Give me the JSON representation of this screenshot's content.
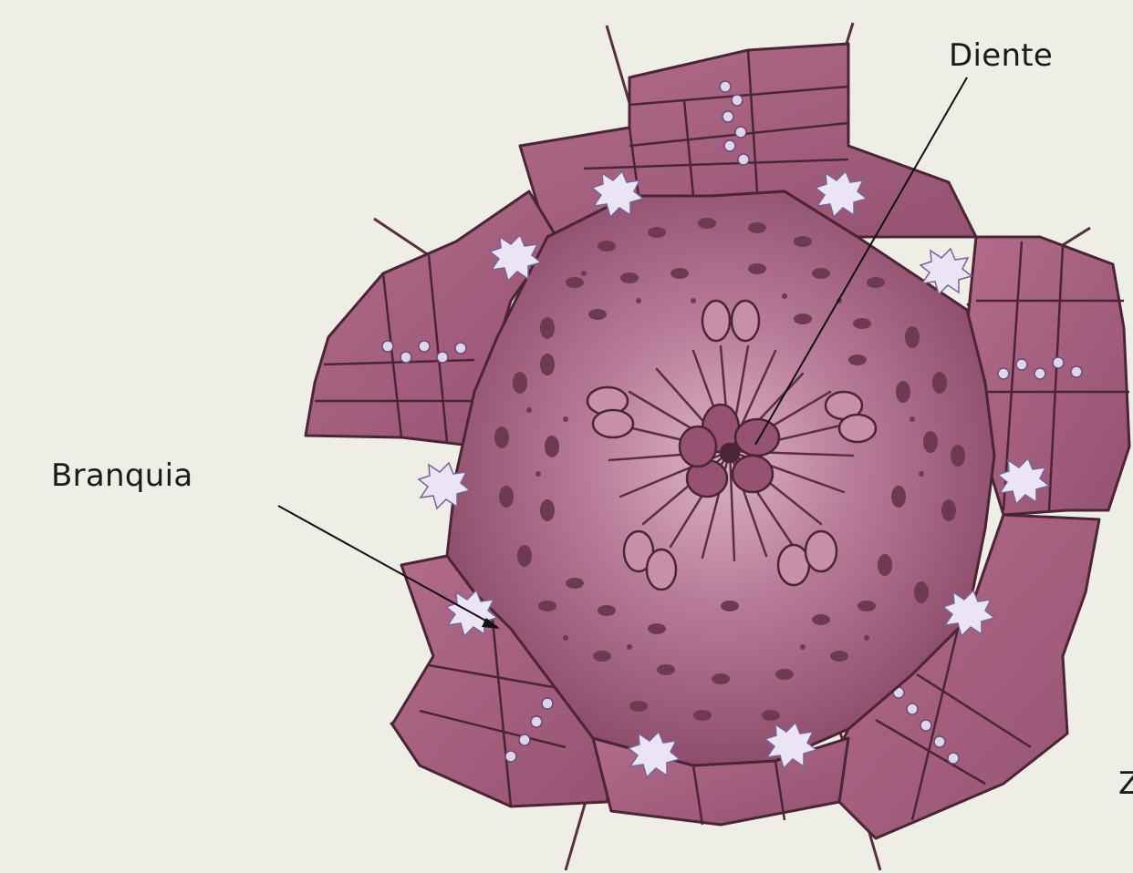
{
  "labels": {
    "diente": "Diente",
    "branquia": "Branquia",
    "edge_fragment": "Z"
  },
  "colors": {
    "background": "#efeee6",
    "plate_fill": "#a7607d",
    "plate_stroke": "#4b2535",
    "body_center": "#d7a9bd",
    "body_edge": "#8a4968",
    "spot": "#6d3a52",
    "gill": "#ebe4f5",
    "tube_feet": "#ded5ea"
  },
  "icons": {
    "gill_glyph": "branched-gill-icon",
    "tube_foot_glyph": "tube-foot-cluster-icon"
  }
}
